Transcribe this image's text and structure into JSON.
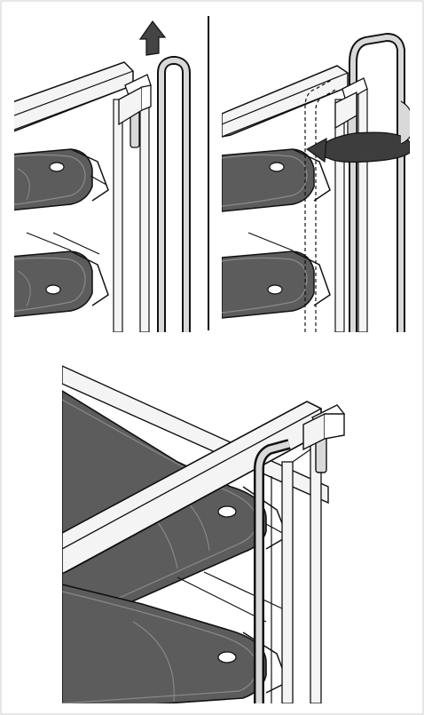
{
  "figure": {
    "panels": [
      {
        "id": "step-1",
        "content": "lift-bracket-up"
      },
      {
        "id": "step-2",
        "content": "rotate-bracket"
      },
      {
        "id": "step-3",
        "content": "bracket-seated"
      }
    ],
    "icons": [
      "up-arrow-icon",
      "rotate-arrow-icon"
    ],
    "colors": {
      "line": "#111111",
      "tray_fill": "#5c5c5c",
      "tray_dark": "#3d3d3d",
      "tray_light": "#8a8a8a",
      "rod_fill": "#d9d9d9",
      "frame_fill": "#f4f4f4",
      "paper": "#ffffff",
      "border": "#cfcfcf"
    }
  }
}
